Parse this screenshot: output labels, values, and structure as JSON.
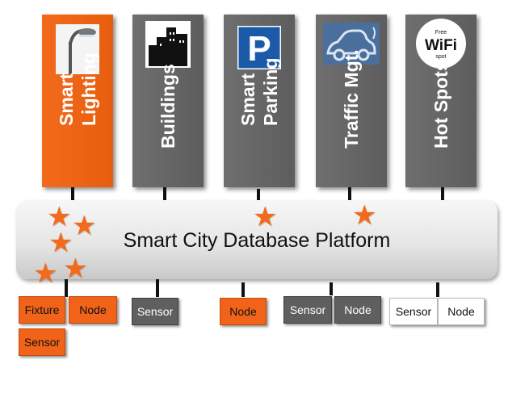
{
  "pillars": [
    {
      "label": "Smart\nLighting",
      "icon": "street-light-icon",
      "color": "#f26a1b"
    },
    {
      "label": "Buildings",
      "icon": "buildings-icon",
      "color": "#666666"
    },
    {
      "label": "Smart\nParking",
      "icon": "parking-icon",
      "color": "#666666"
    },
    {
      "label": "Traffic Mgt.",
      "icon": "electric-car-icon",
      "color": "#666666"
    },
    {
      "label": "Hot Spots",
      "icon": "wifi-hotspot-icon",
      "color": "#666666"
    }
  ],
  "platform": {
    "title": "Smart City Database Platform"
  },
  "wifi_badge": {
    "top": "Free",
    "main": "WiFi",
    "bottom": "spot"
  },
  "parking_letter": "P",
  "components": {
    "lighting": [
      "Fixture",
      "Node",
      "Sensor"
    ],
    "buildings": [
      "Sensor"
    ],
    "parking": [
      "Node"
    ],
    "traffic": [
      "Sensor",
      "Node"
    ],
    "hotspots": [
      "Sensor",
      "Node"
    ]
  }
}
